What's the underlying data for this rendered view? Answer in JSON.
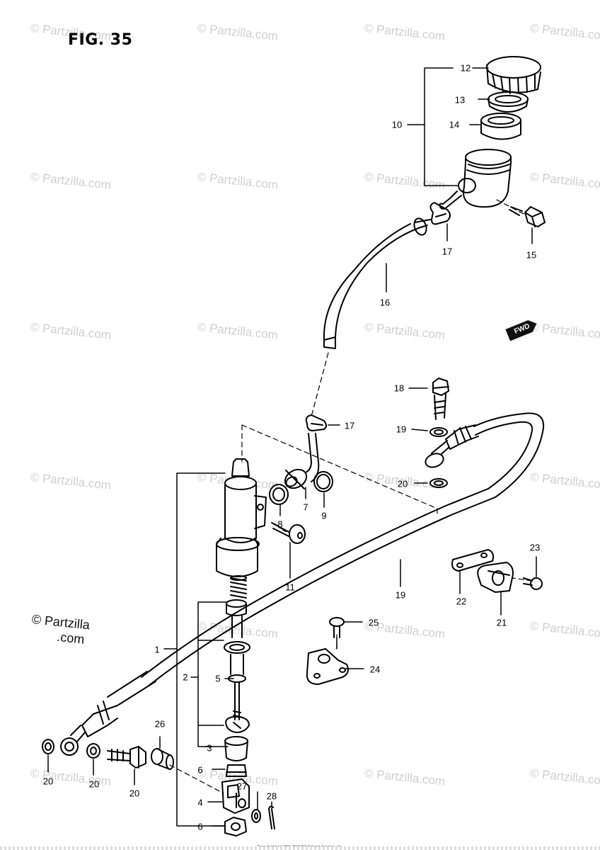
{
  "figure_label": "FIG. 35",
  "fwd_label": "FWD",
  "watermark": "© Partzilla.com",
  "watermark_dark": {
    "copy": "© Partzilla",
    "domain": ".com"
  },
  "footer_text": "Page design (c) 2001-2019 ARI Network Services, Inc.",
  "parts": [
    {
      "id": "p1",
      "label": "1"
    },
    {
      "id": "p2",
      "label": "2"
    },
    {
      "id": "p3",
      "label": "3"
    },
    {
      "id": "p4",
      "label": "4"
    },
    {
      "id": "p5",
      "label": "5"
    },
    {
      "id": "p6a",
      "label": "6"
    },
    {
      "id": "p6b",
      "label": "6"
    },
    {
      "id": "p7",
      "label": "7"
    },
    {
      "id": "p8",
      "label": "8"
    },
    {
      "id": "p9",
      "label": "9"
    },
    {
      "id": "p10",
      "label": "10"
    },
    {
      "id": "p11",
      "label": "11"
    },
    {
      "id": "p12",
      "label": "12"
    },
    {
      "id": "p13",
      "label": "13"
    },
    {
      "id": "p14",
      "label": "14"
    },
    {
      "id": "p15",
      "label": "15"
    },
    {
      "id": "p16",
      "label": "16"
    },
    {
      "id": "p17a",
      "label": "17"
    },
    {
      "id": "p17b",
      "label": "17"
    },
    {
      "id": "p18",
      "label": "18"
    },
    {
      "id": "p19a",
      "label": "19"
    },
    {
      "id": "p19b",
      "label": "19"
    },
    {
      "id": "p20a",
      "label": "20"
    },
    {
      "id": "p20b",
      "label": "20"
    },
    {
      "id": "p20c",
      "label": "20"
    },
    {
      "id": "p20d",
      "label": "20"
    },
    {
      "id": "p21",
      "label": "21"
    },
    {
      "id": "p22",
      "label": "22"
    },
    {
      "id": "p23",
      "label": "23"
    },
    {
      "id": "p24",
      "label": "24"
    },
    {
      "id": "p25",
      "label": "25"
    },
    {
      "id": "p26",
      "label": "26"
    },
    {
      "id": "p27",
      "label": "27"
    },
    {
      "id": "p28",
      "label": "28"
    }
  ]
}
